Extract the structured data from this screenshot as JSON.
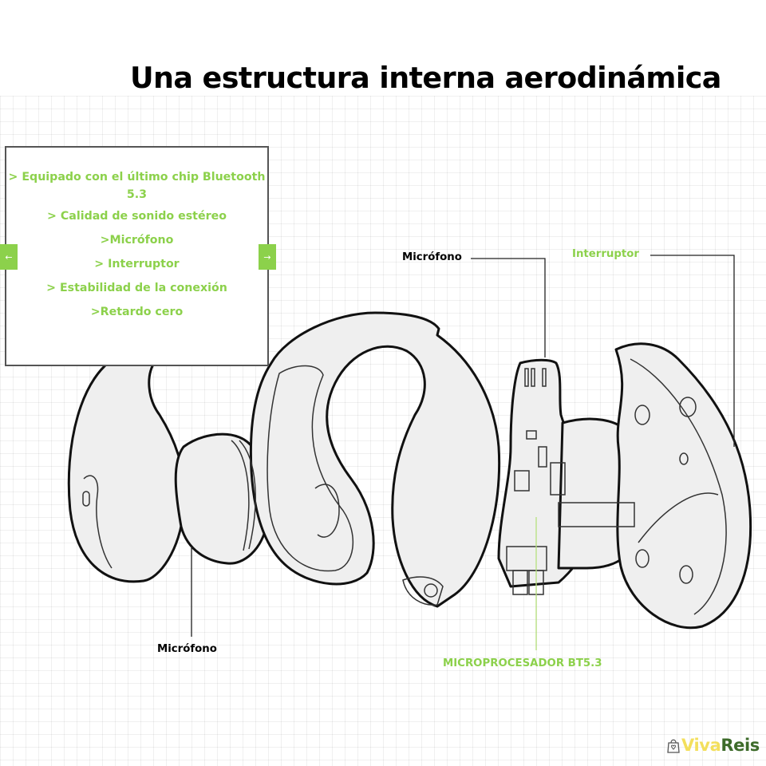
{
  "title": "Una estructura interna aerodinámica",
  "feature_box": {
    "items": [
      "> Equipado con el último chip Bluetooth 5.3",
      "> Calidad de sonido estéreo",
      ">Micrófono",
      "> Interruptor",
      "> Estabilidad de la conexión",
      ">Retardo cero"
    ],
    "prev_icon": "arrow-left-icon",
    "next_icon": "arrow-right-icon",
    "prev_glyph": "←",
    "next_glyph": "→"
  },
  "callouts": {
    "microfono_top": "Micrófono",
    "interruptor": "Interruptor",
    "microfono_bottom": "Micrófono",
    "microprocesador": "MICROPROCESADOR BT5.3"
  },
  "colors": {
    "accent_green": "#8cd14b",
    "logo_yellow": "#f3df5c",
    "logo_dark_green": "#3d6b2a",
    "part_fill": "#efefef",
    "outline": "#111111"
  },
  "logo": {
    "part1": "Viva",
    "part2": "Reis",
    "icon": "shopping-bag-heart-icon"
  }
}
